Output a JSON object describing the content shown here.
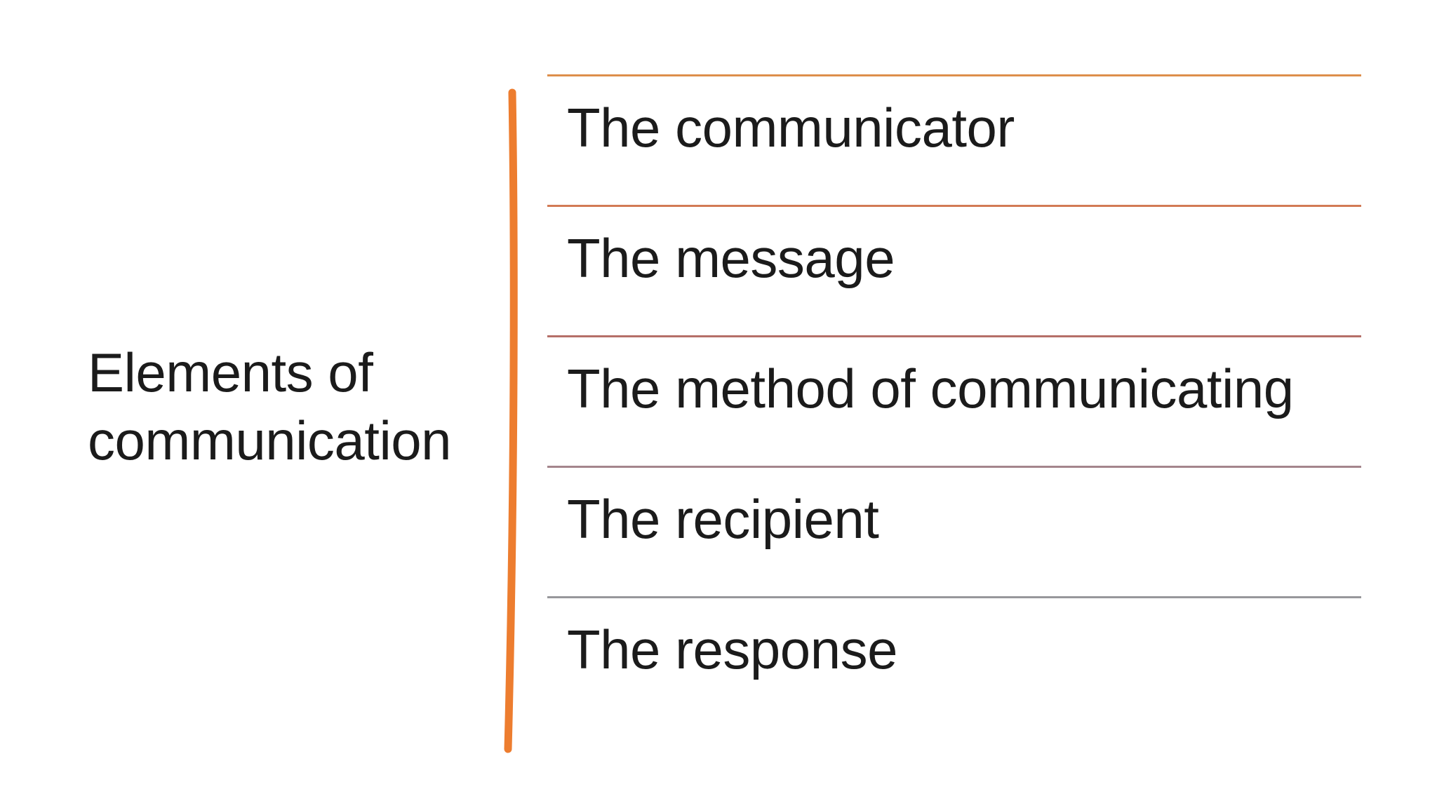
{
  "slide": {
    "title": "Elements of communication",
    "items": [
      {
        "label": "The communicator",
        "rule_color": "#DD8F4B"
      },
      {
        "label": "The message",
        "rule_color": "#D27A55"
      },
      {
        "label": "The method of communicating",
        "rule_color": "#B56F68"
      },
      {
        "label": "The recipient",
        "rule_color": "#A4858C"
      },
      {
        "label": "The response",
        "rule_color": "#97979B"
      }
    ],
    "accent_color": "#ED7D2F",
    "text_color": "#1B1B1B",
    "background_color": "#FFFFFF"
  }
}
